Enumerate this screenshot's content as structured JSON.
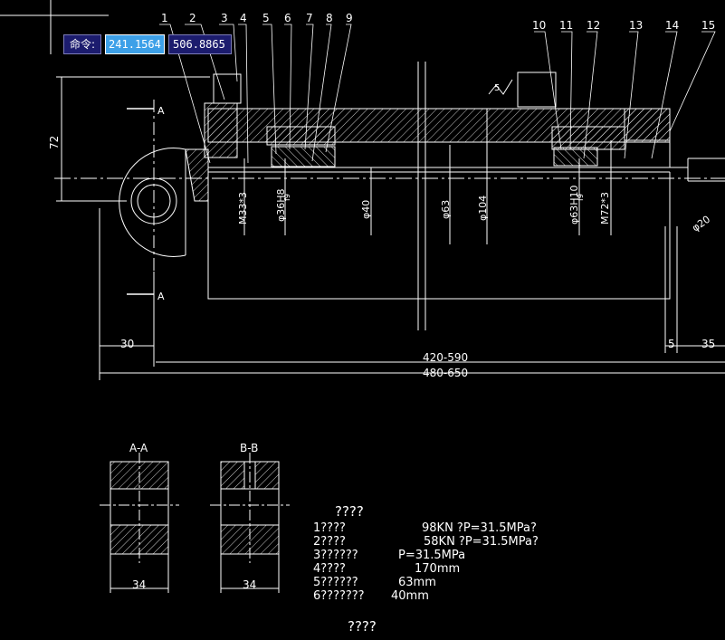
{
  "command": {
    "label": "命令:",
    "x_value": "241.1564",
    "y_value": "506.8865"
  },
  "part_numbers": [
    "1",
    "2",
    "3",
    "4",
    "5",
    "6",
    "7",
    "8",
    "9",
    "10",
    "11",
    "12",
    "13",
    "14",
    "15"
  ],
  "dimensions": {
    "height_72": "72",
    "m33": "M33*3",
    "d36": "φ36H8",
    "d36_sub": "f9",
    "d40": "φ40",
    "d63": "φ63",
    "d104": "φ104",
    "d63h10": "φ63H10",
    "d63h10_sub": "f9",
    "m72": "M72*3",
    "d20": "φ20",
    "len_30": "30",
    "len_420_590": "420-590",
    "len_480_650": "480-650",
    "len_5": "5",
    "len_35": "35",
    "surface": "5",
    "section_a": "A",
    "aa_width": "34",
    "bb_width": "34"
  },
  "sections": {
    "aa_title": "A-A",
    "bb_title": "B-B"
  },
  "specs": {
    "title": "????",
    "lines": [
      {
        "label": "1????",
        "value": "98KN  ?P=31.5MPa?"
      },
      {
        "label": "2????",
        "value": "58KN   ?P=31.5MPa?"
      },
      {
        "label": "3??????",
        "value": "P=31.5MPa"
      },
      {
        "label": "4????",
        "value": "170mm"
      },
      {
        "label": "5??????",
        "value": "63mm"
      },
      {
        "label": "6???????",
        "value": "40mm"
      }
    ],
    "title2": "????"
  }
}
